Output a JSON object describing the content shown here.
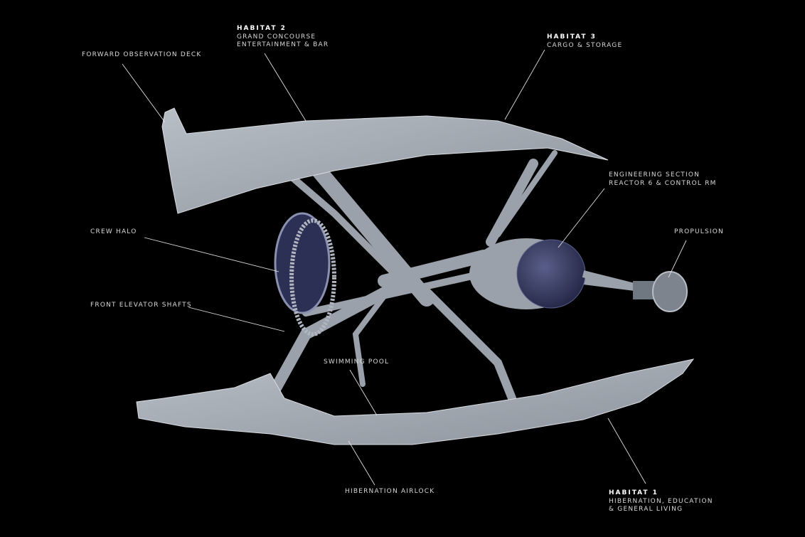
{
  "colors": {
    "background": "#000000",
    "hull": "#aab0b8",
    "hull_dark": "#6f7780",
    "engine": "#3a3f66",
    "text": "#d8d8d8",
    "leader": "#e0e0e0"
  },
  "labels": {
    "forward_deck": {
      "line1": "FORWARD OBSERVATION DECK"
    },
    "habitat2": {
      "title": "HABITAT 2",
      "line1": "GRAND CONCOURSE",
      "line2": "ENTERTAINMENT & BAR"
    },
    "habitat3": {
      "title": "HABITAT 3",
      "line1": "CARGO & STORAGE"
    },
    "engineering": {
      "line1": "ENGINEERING SECTION",
      "line2": "REACTOR 6 & CONTROL RM"
    },
    "propulsion": {
      "line1": "PROPULSION"
    },
    "crew_halo": {
      "line1": "CREW HALO"
    },
    "elevator": {
      "line1": "FRONT ELEVATOR SHAFTS"
    },
    "pool": {
      "line1": "SWIMMING POOL"
    },
    "airlock": {
      "line1": "HIBERNATION AIRLOCK"
    },
    "habitat1": {
      "title": "HABITAT 1",
      "line1": "HIBERNATION, EDUCATION",
      "line2": "& GENERAL LIVING"
    }
  }
}
